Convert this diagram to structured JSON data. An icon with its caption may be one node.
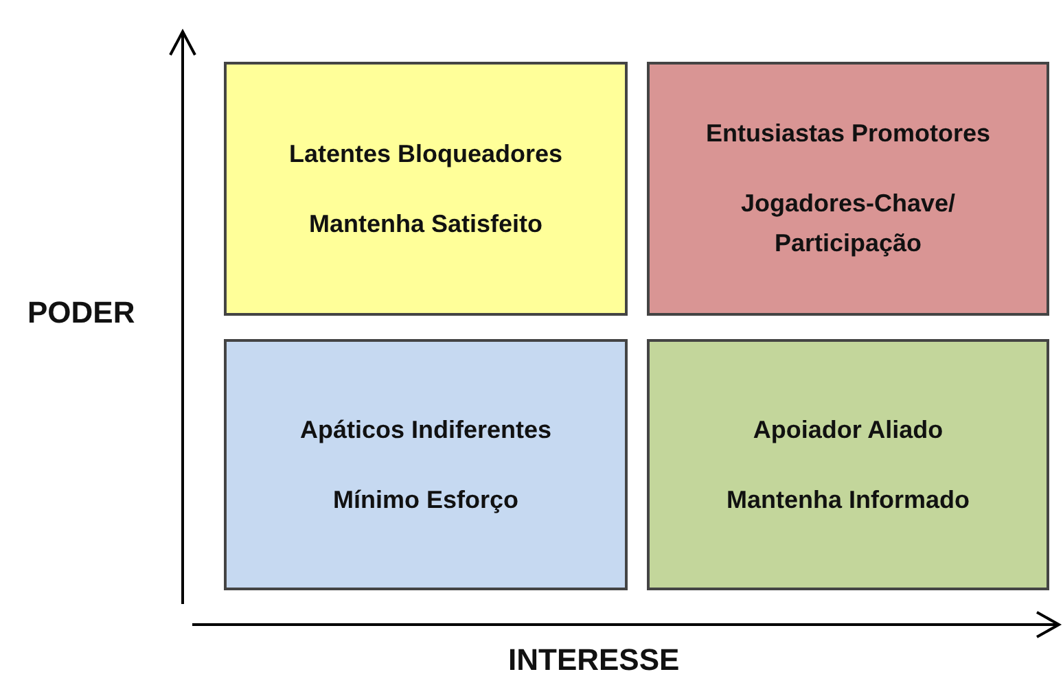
{
  "diagram": {
    "nodes": [
      {
        "text": [
          "Latentes Bloqueadores",
          "Mantenha Satisfeito"
        ]
      },
      {
        "text": [
          "Entusiastas Promotores",
          "Jogadores-Chave/ Participação"
        ]
      },
      {
        "text": [
          "Apáticos Indiferentes",
          "Mínimo Esforço"
        ]
      },
      {
        "text": [
          "Apoiador Aliado",
          "Mantenha Informado"
        ]
      }
    ],
    "edges": [],
    "labels": [
      "PODER",
      "INTERESSE"
    ]
  }
}
